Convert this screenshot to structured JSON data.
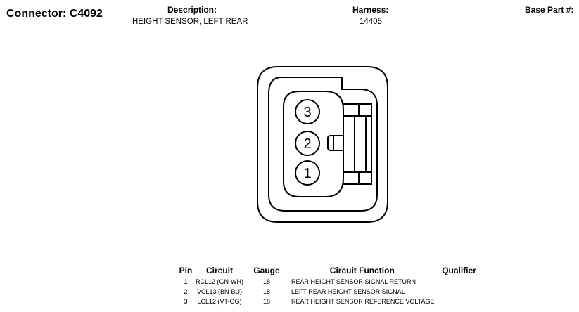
{
  "header": {
    "connector_title": "Connector: C4092",
    "description_label": "Description:",
    "description_value": "HEIGHT SENSOR, LEFT REAR",
    "harness_label": "Harness:",
    "harness_value": "14405",
    "base_part_label": "Base Part #:"
  },
  "connector": {
    "pins": [
      {
        "label": "3"
      },
      {
        "label": "2"
      },
      {
        "label": "1"
      }
    ]
  },
  "table": {
    "headers": {
      "pin": "Pin",
      "circuit": "Circuit",
      "gauge": "Gauge",
      "function": "Circuit Function",
      "qualifier": "Qualifier"
    },
    "rows": [
      {
        "pin": "1",
        "circuit": "RCL12 (GN-WH)",
        "gauge": "18",
        "function": "REAR HEIGHT SENSOR SIGNAL RETURN",
        "qualifier": ""
      },
      {
        "pin": "2",
        "circuit": "VCL13 (BN-BU)",
        "gauge": "18",
        "function": "LEFT REAR HEIGHT SENSOR SIGNAL",
        "qualifier": ""
      },
      {
        "pin": "3",
        "circuit": "LCL12 (VT-OG)",
        "gauge": "18",
        "function": "REAR HEIGHT SENSOR REFERENCE VOLTAGE",
        "qualifier": ""
      }
    ]
  }
}
